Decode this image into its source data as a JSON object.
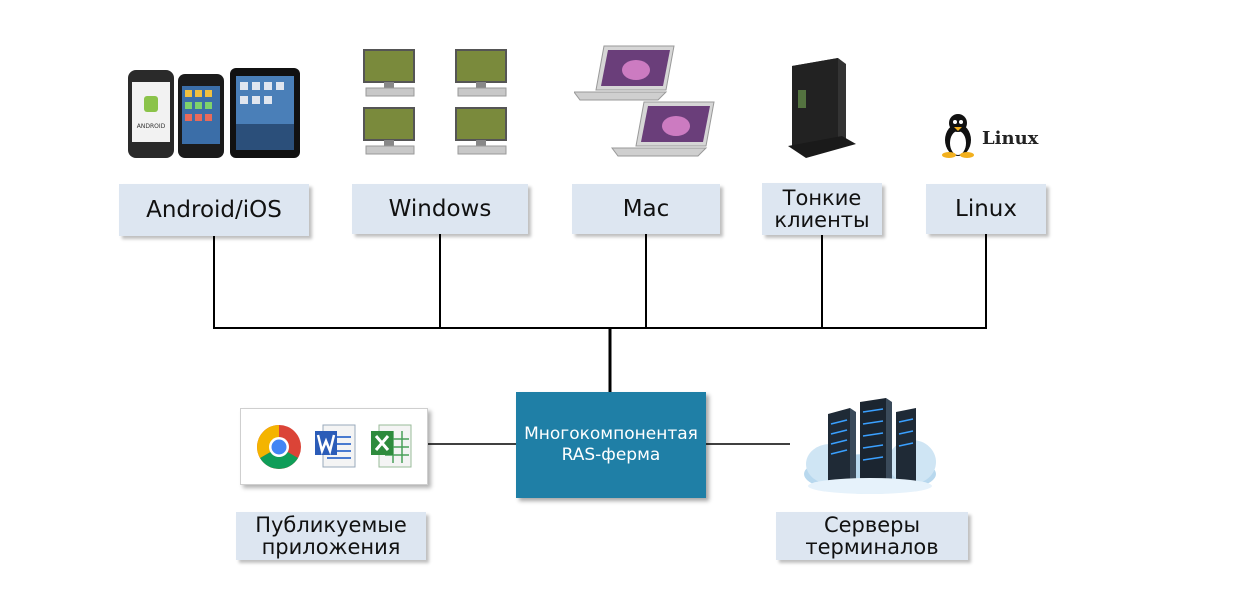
{
  "clients": [
    {
      "label": "Android/iOS"
    },
    {
      "label": "Windows"
    },
    {
      "label": "Mac"
    },
    {
      "label": "Тонкие\nклиенты"
    },
    {
      "label": "Linux"
    }
  ],
  "hub": {
    "label": "Многокомпонентая\nRAS-ферма"
  },
  "published_apps": {
    "label": "Публикуемые\nприложения"
  },
  "terminal_servers": {
    "label": "Серверы\nтерминалов"
  },
  "linux_logo_text": "Linux",
  "colors": {
    "hub": "#1f7fa6",
    "label_bg": "#dde6f1",
    "lines": "#000000"
  }
}
